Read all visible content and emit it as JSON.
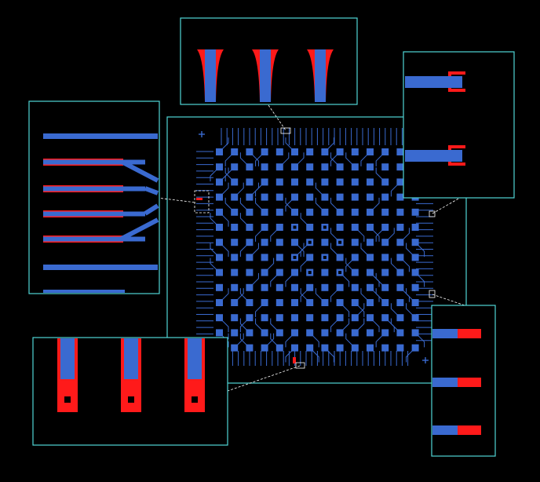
{
  "view": {
    "title": "",
    "background": "#000000"
  },
  "colors": {
    "frame": "#4fd6d6",
    "trace": "#3a6ad0",
    "copper": "#ff1a1a",
    "leader": "#ffffff",
    "via": "#000000"
  },
  "board": {
    "pad_grid_rows": 14,
    "pad_grid_cols": 14,
    "fiducial_icon": "plus-icon"
  },
  "insets": [
    {
      "id": "top-center",
      "feature": "tapered-trace-ends"
    },
    {
      "id": "top-right",
      "feature": "trace-to-pad-terminations"
    },
    {
      "id": "left",
      "feature": "fanout-traces-with-copper"
    },
    {
      "id": "bottom-left",
      "feature": "pads-with-vias"
    },
    {
      "id": "bottom-right",
      "feature": "trace-to-pad-terminations-small"
    }
  ]
}
